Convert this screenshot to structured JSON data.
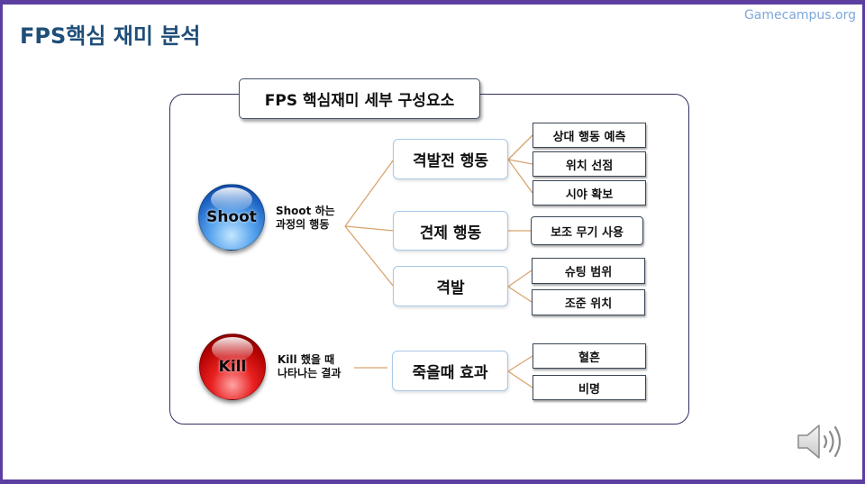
{
  "slide": {
    "title": "FPS핵심 재미 분석",
    "watermark": "Gamecampus.org"
  },
  "diagram": {
    "header": "FPS 핵심재미 세부 구성요소",
    "shoot": {
      "label": "Shoot",
      "caption": [
        "Shoot 하는",
        "과정의 행동"
      ],
      "branches": [
        {
          "label": "격발전 행동",
          "items": [
            "상대 행동 예측",
            "위치 선점",
            "시야 확보"
          ]
        },
        {
          "label": "견제 행동",
          "items": [
            "보조 무기 사용"
          ]
        },
        {
          "label": "격발",
          "items": [
            "슈팅 범위",
            "조준 위치"
          ]
        }
      ]
    },
    "kill": {
      "label": "Kill",
      "caption": [
        "Kill 했을 때",
        "나타나는 결과"
      ],
      "branches": [
        {
          "label": "죽을때 효과",
          "items": [
            "혈흔",
            "비명"
          ]
        }
      ]
    }
  },
  "colors": {
    "frame": "#5b3e9f",
    "title": "#1f4e79",
    "watermark": "#7ea8da",
    "connector": "#d9a46e",
    "shoot_sphere": "#1d63c4",
    "kill_sphere": "#c00000",
    "branch_border": "#a9c8e8"
  },
  "icons": {
    "speaker": "speaker-icon"
  }
}
